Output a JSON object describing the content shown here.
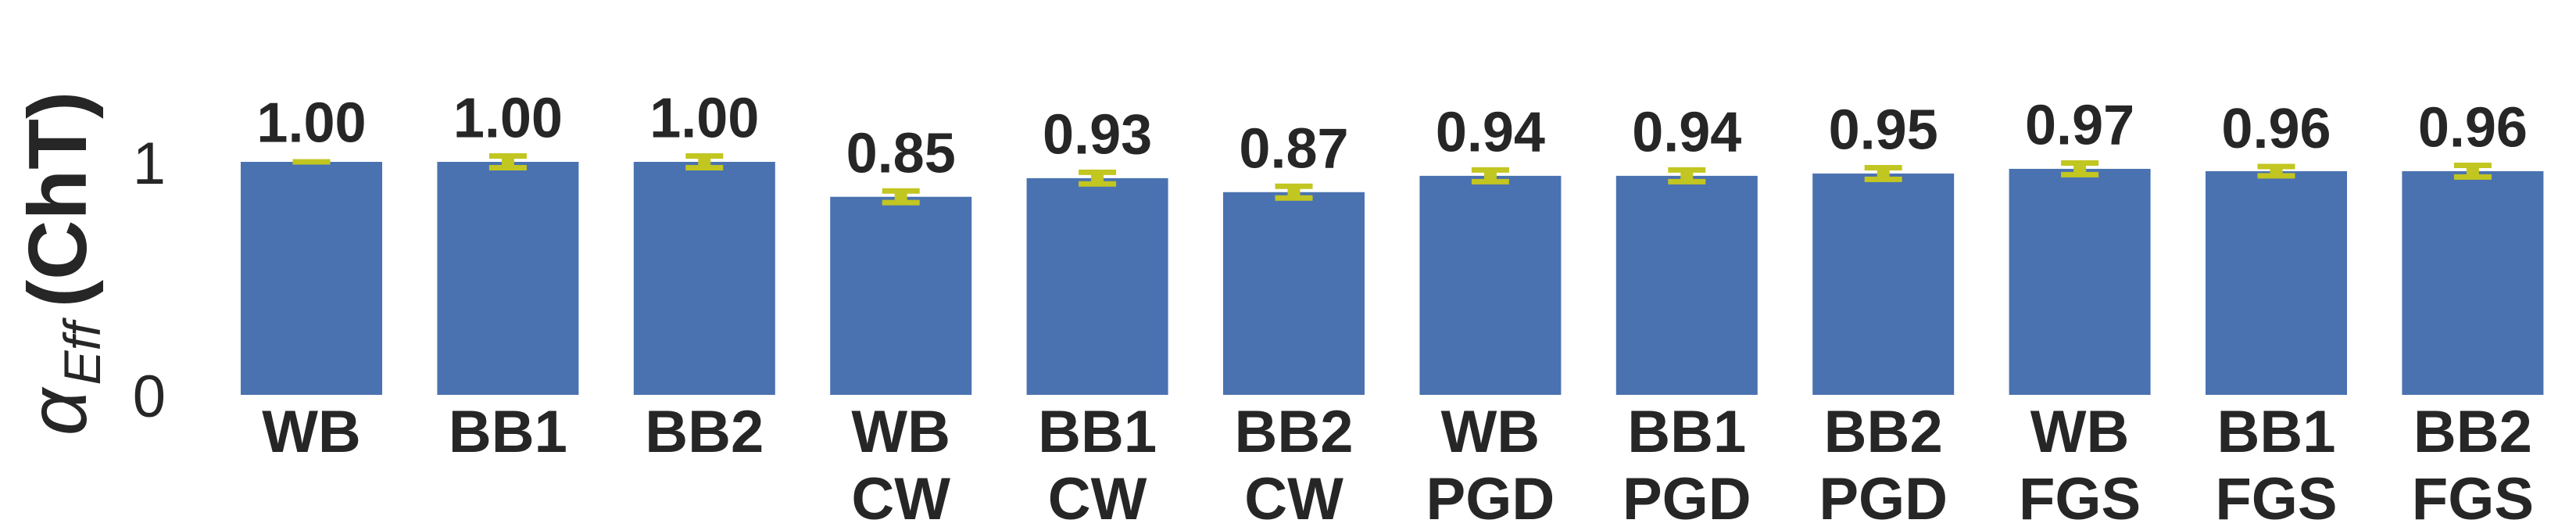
{
  "chart_data": {
    "type": "bar",
    "ylabel": "αEff (ChT)",
    "ylabel_parts": {
      "symbol": "α",
      "subscript": "Eff",
      "suffix": "(ChT)"
    },
    "ylim": [
      0,
      1
    ],
    "yticks": [
      {
        "value": 0,
        "label": "0"
      },
      {
        "value": 1,
        "label": "1"
      }
    ],
    "categories": [
      [
        "WB"
      ],
      [
        "BB1"
      ],
      [
        "BB2"
      ],
      [
        "WB",
        "CW"
      ],
      [
        "BB1",
        "CW"
      ],
      [
        "BB2",
        "CW"
      ],
      [
        "WB",
        "PGD"
      ],
      [
        "BB1",
        "PGD"
      ],
      [
        "BB2",
        "PGD"
      ],
      [
        "WB",
        "FGS"
      ],
      [
        "BB1",
        "FGS"
      ],
      [
        "BB2",
        "FGS"
      ]
    ],
    "values": [
      1.0,
      1.0,
      1.0,
      0.85,
      0.93,
      0.87,
      0.94,
      0.94,
      0.95,
      0.97,
      0.96,
      0.96
    ],
    "value_labels": [
      "1.00",
      "1.00",
      "1.00",
      "0.85",
      "0.93",
      "0.87",
      "0.94",
      "0.94",
      "0.95",
      "0.97",
      "0.96",
      "0.96"
    ],
    "errors": [
      0.01,
      0.05,
      0.05,
      0.05,
      0.05,
      0.05,
      0.05,
      0.05,
      0.05,
      0.05,
      0.04,
      0.05
    ],
    "colors": {
      "bar": "#4a72b0",
      "errorbar": "#c2c620",
      "text": "#262626"
    },
    "grid": false,
    "legend": "none"
  }
}
